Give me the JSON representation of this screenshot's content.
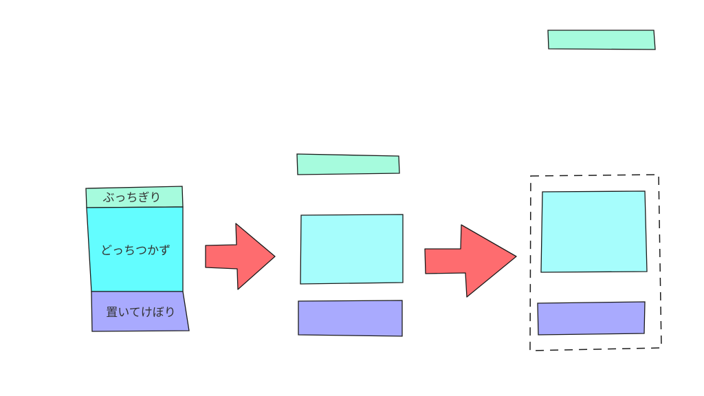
{
  "labels": {
    "top": "ぶっちぎり",
    "middle": "どっちつかず",
    "bottom": "置いてけぼり"
  },
  "colors": {
    "mint": "#A6FBDD",
    "cyan": "#63FDFF",
    "light_cyan": "#A6FDFC",
    "lavender": "#A9AAFE",
    "arrow": "#FE6C6F",
    "stroke": "#1a1a1a"
  }
}
